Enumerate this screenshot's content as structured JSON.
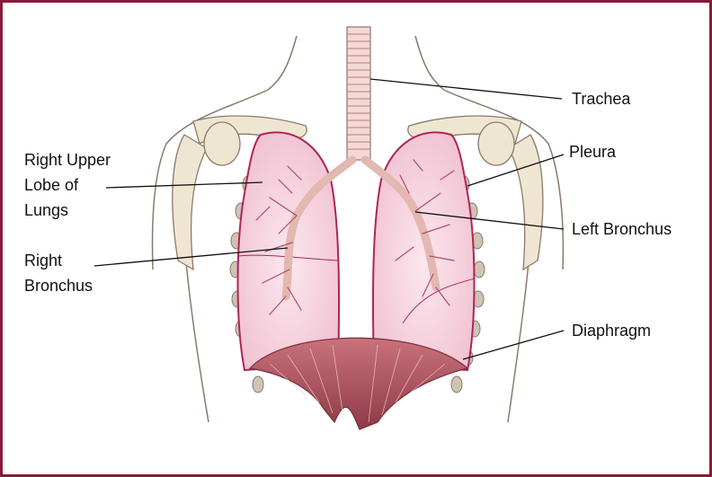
{
  "labels": {
    "trachea": "Trachea",
    "pleura": "Pleura",
    "left_bronchus": "Left Bronchus",
    "diaphragm": "Diaphragm",
    "right_upper_lobe": [
      "Right Upper",
      "Lobe of",
      "Lungs"
    ],
    "right_bronchus": [
      "Right",
      "Bronchus"
    ]
  },
  "colors": {
    "frame": "#8b1a3a",
    "skin_outline": "#8a7a6a",
    "bone": "#efe6d2",
    "lung_fill": "#f6d3de",
    "pleura_line": "#b0245a",
    "diaphragm": "#b5525f",
    "leader_line": "#111111"
  }
}
